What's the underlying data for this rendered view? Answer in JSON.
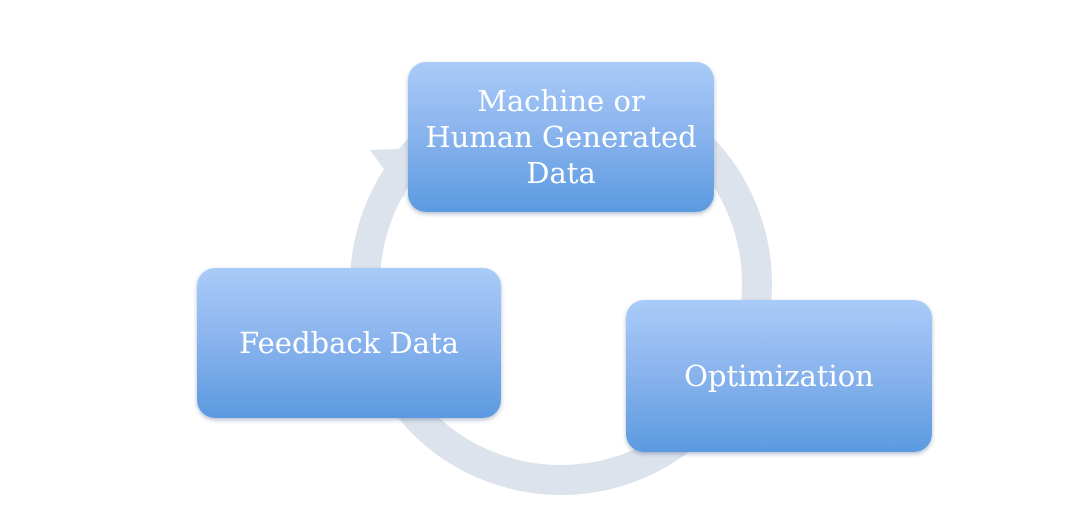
{
  "diagram": {
    "nodes": [
      {
        "id": "data",
        "label": "Machine or\nHuman Generated\nData"
      },
      {
        "id": "feedback",
        "label": "Feedback Data"
      },
      {
        "id": "optimization",
        "label": "Optimization"
      }
    ],
    "colors": {
      "node_top": "#a9cbf8",
      "node_bottom": "#5b9ae0",
      "node_text": "#ffffff",
      "cycle_arrow": "#dde3ec"
    }
  }
}
